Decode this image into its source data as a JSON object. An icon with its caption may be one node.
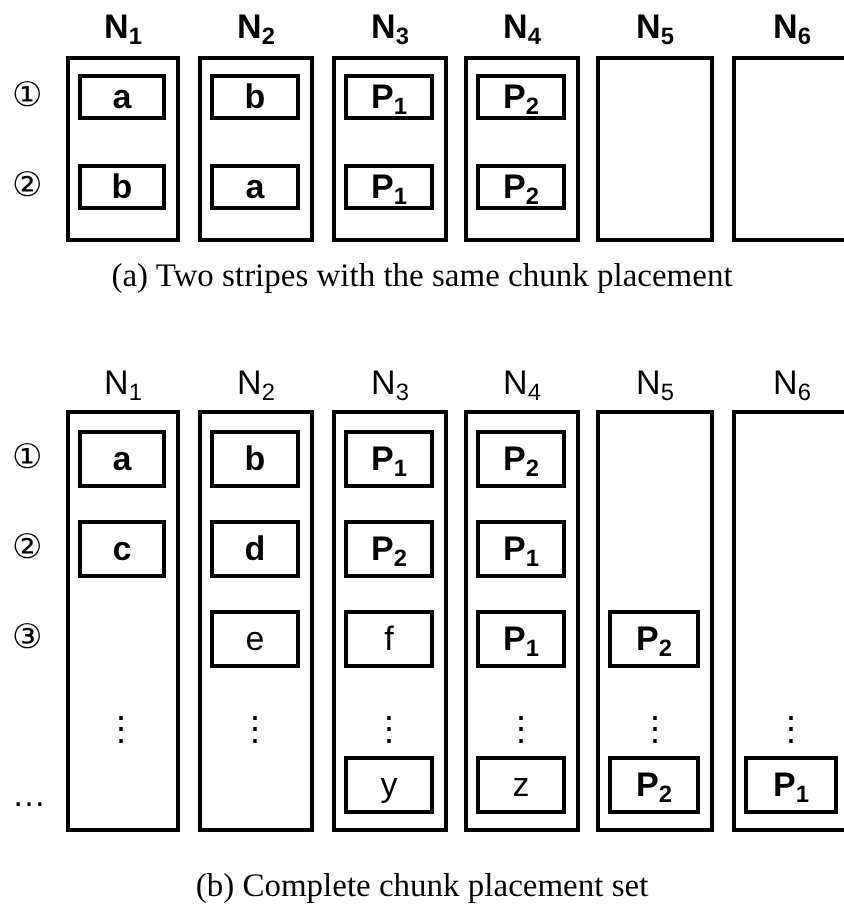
{
  "diagram": {
    "nodes": [
      {
        "text": [
          "N$_{1}$"
        ]
      },
      {
        "text": [
          "a"
        ],
        "in": 0
      },
      {
        "text": [
          "b"
        ],
        "in": 0
      },
      {
        "text": [
          "N$_{2}$"
        ]
      },
      {
        "text": [
          "b"
        ],
        "in": 3
      },
      {
        "text": [
          "a"
        ],
        "in": 3
      },
      {
        "text": [
          "N$_{3}$"
        ]
      },
      {
        "text": [
          "P$_{1}$"
        ],
        "in": 6
      },
      {
        "text": [
          "P$_{1}$"
        ],
        "in": 6
      },
      {
        "text": [
          "N$_{4}$"
        ]
      },
      {
        "text": [
          "P$_{2}$"
        ],
        "in": 9
      },
      {
        "text": [
          "P$_{2}$"
        ],
        "in": 9
      },
      {
        "text": [
          "N$_{5}$"
        ]
      },
      {
        "text": [
          "N$_{6}$"
        ]
      },
      {
        "text": [
          "N$_{1}$"
        ]
      },
      {
        "text": [
          "a"
        ],
        "in": 14
      },
      {
        "text": [
          "c"
        ],
        "in": 14
      },
      {
        "text": [
          "N$_{2}$"
        ]
      },
      {
        "text": [
          "b"
        ],
        "in": 17
      },
      {
        "text": [
          "d"
        ],
        "in": 17
      },
      {
        "text": [
          "e"
        ],
        "in": 17
      },
      {
        "text": [
          "N$_{3}$"
        ]
      },
      {
        "text": [
          "P$_{1}$"
        ],
        "in": 21
      },
      {
        "text": [
          "P$_{2}$"
        ],
        "in": 21
      },
      {
        "text": [
          "f"
        ],
        "in": 21
      },
      {
        "text": [
          "y"
        ],
        "in": 21
      },
      {
        "text": [
          "N$_{4}$"
        ]
      },
      {
        "text": [
          "P$_{2}$"
        ],
        "in": 26
      },
      {
        "text": [
          "P$_{1}$"
        ],
        "in": 26
      },
      {
        "text": [
          "P$_{1}$"
        ],
        "in": 26
      },
      {
        "text": [
          "z"
        ],
        "in": 26
      },
      {
        "text": [
          "N$_{5}$"
        ]
      },
      {
        "text": [
          "P$_{2}$"
        ],
        "in": 31
      },
      {
        "text": [
          "P$_{2}$"
        ],
        "in": 31
      },
      {
        "text": [
          "N$_{6}$"
        ]
      },
      {
        "text": [
          "P$_{1}$"
        ],
        "in": 34
      }
    ],
    "labels": [
      "①",
      "②",
      "(a) Two stripes with the same chunk placement",
      "①",
      "②",
      "③",
      "⋮",
      "⋮",
      "⋮",
      "⋮",
      "⋮",
      "⋮",
      "…",
      "(b) Complete chunk placement set"
    ]
  }
}
